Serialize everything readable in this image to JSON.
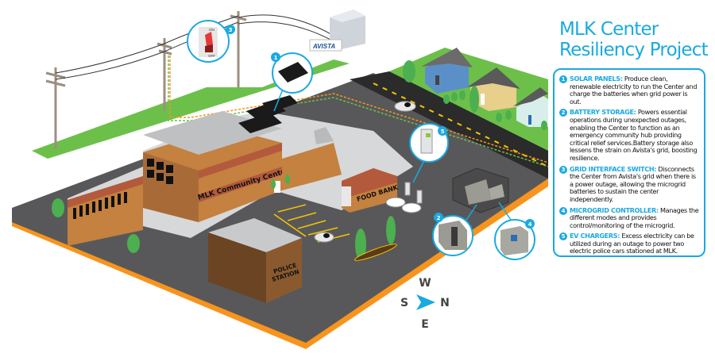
{
  "title": {
    "line1": "MLK Center",
    "line2": "Resiliency Project"
  },
  "legend": [
    {
      "number": "1",
      "heading": "SOLAR PANELS:",
      "text": "Produce clean, renewable electricity to run the Center and charge the batteries when grid power is out."
    },
    {
      "number": "2",
      "heading": "BATTERY STORAGE:",
      "text": "Powers essential operations during unexpected outages, enabling the Center to function as an emergency community hub providing critical relief services.Battery storage also lessens the strain on Avista's grid, boosting resilience."
    },
    {
      "number": "3",
      "heading": "GRID INTERFACE SWITCH:",
      "text": "Disconnects the Center from Avista's grid when there is a power outage, allowing the microgrid batteries to sustain the center independently."
    },
    {
      "number": "4",
      "heading": "MICROGRID CONTROLLER:",
      "text": "Manages the different modes and provides control/monitoring of the microgrid."
    },
    {
      "number": "5",
      "heading": "EV CHARGERS:",
      "text": "Excess electricity can be utilized during an outage to power two electric police cars stationed at MLK."
    }
  ],
  "scene": {
    "community_center_sign": "MLK Community Center",
    "food_bank_sign": "FOOD BANK",
    "police_station_sign_line1": "POLICE",
    "police_station_sign_line2": "STATION",
    "utility_sign": "AVISTA",
    "switch_on_label": "ON",
    "switch_off_label": "OFF",
    "callouts": [
      "1",
      "2",
      "3",
      "4",
      "5"
    ]
  },
  "compass": {
    "top": "W",
    "left": "S",
    "right": "N",
    "bottom": "E"
  },
  "colors": {
    "accent": "#1ba9e1",
    "grass": "#6cc04a",
    "asphalt": "#58585a",
    "curb": "#f7941d",
    "brick": "#b35a3c",
    "brick_light": "#c4813f",
    "roof": "#c8c9cb",
    "grid_line": "#f7941d",
    "solar_line": "#6cc04a"
  }
}
